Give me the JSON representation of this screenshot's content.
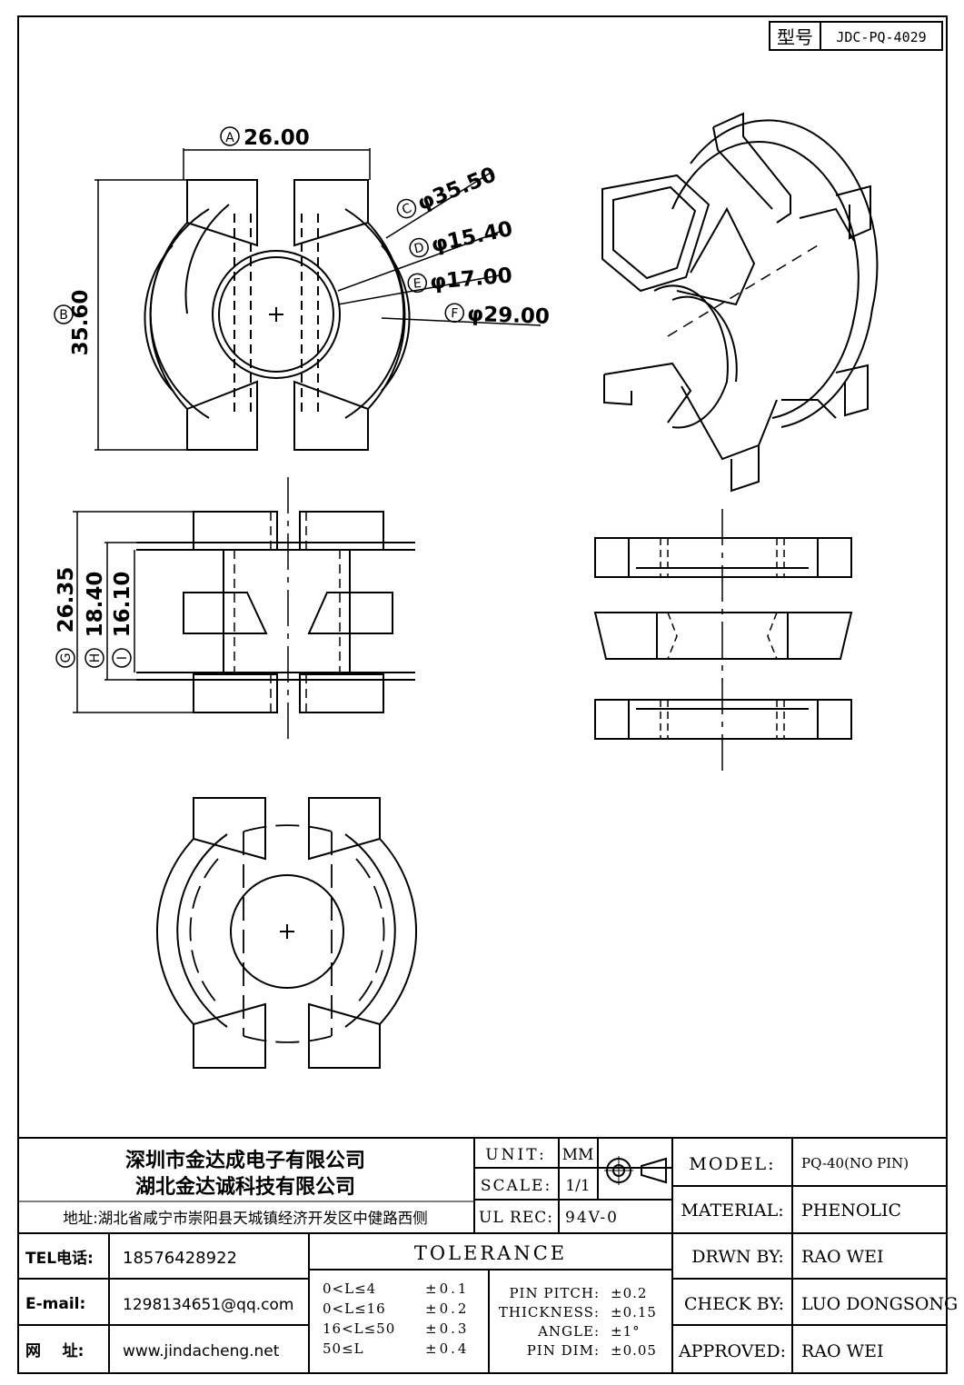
{
  "part_no": {
    "label": "型号",
    "value": "JDC-PQ-4029"
  },
  "dimensions": {
    "a": {
      "letter": "A",
      "value": "26.00"
    },
    "b": {
      "letter": "B",
      "value": "35.60"
    },
    "c": {
      "letter": "C",
      "value": "φ35.50"
    },
    "d": {
      "letter": "D",
      "value": "φ15.40"
    },
    "e": {
      "letter": "E",
      "value": "φ17.00"
    },
    "f": {
      "letter": "F",
      "value": "φ29.00"
    },
    "g": {
      "letter": "G",
      "value": "26.35"
    },
    "h": {
      "letter": "H",
      "value": "18.40"
    },
    "i": {
      "letter": "I",
      "value": "16.10"
    }
  },
  "company": {
    "name_1": "深圳市金达成电子有限公司",
    "name_2": "湖北金达诚科技有限公司",
    "address": "地址:湖北省咸宁市崇阳县天城镇经济开发区中健路西侧"
  },
  "contact": {
    "tel_label": "TEL电话:",
    "tel": "18576428922",
    "email_label": "E-mail:",
    "email": "1298134651@qq.com",
    "web_label": "网    址:",
    "web": "www.jindacheng.net"
  },
  "specs": {
    "unit_label": "UNIT:",
    "unit": "MM",
    "scale_label": "SCALE:",
    "scale": "1/1",
    "ul_label": "UL REC:",
    "ul": "94V-0"
  },
  "tolerance": {
    "title": "TOLERANCE",
    "ranges": [
      {
        "range": "0<L≤4",
        "tol": "±0.1"
      },
      {
        "range": "0<L≤16",
        "tol": "±0.2"
      },
      {
        "range": "16<L≤50",
        "tol": "±0.3"
      },
      {
        "range": "50≤L",
        "tol": "±0.4"
      }
    ],
    "params": [
      {
        "name": "PIN PITCH:",
        "tol": "±0.2"
      },
      {
        "name": "THICKNESS:",
        "tol": "±0.15"
      },
      {
        "name": "ANGLE:",
        "tol": "±1°"
      },
      {
        "name": "PIN DIM:",
        "tol": "±0.05"
      }
    ]
  },
  "title_block": {
    "model_label": "MODEL:",
    "model": "PQ-40(NO PIN)",
    "material_label": "MATERIAL:",
    "material": "PHENOLIC",
    "drawn_label": "DRWN BY:",
    "drawn": "RAO WEI",
    "check_label": "CHECK BY:",
    "check": "LUO DONGSONG",
    "approved_label": "APPROVED:",
    "approved": "RAO WEI"
  }
}
